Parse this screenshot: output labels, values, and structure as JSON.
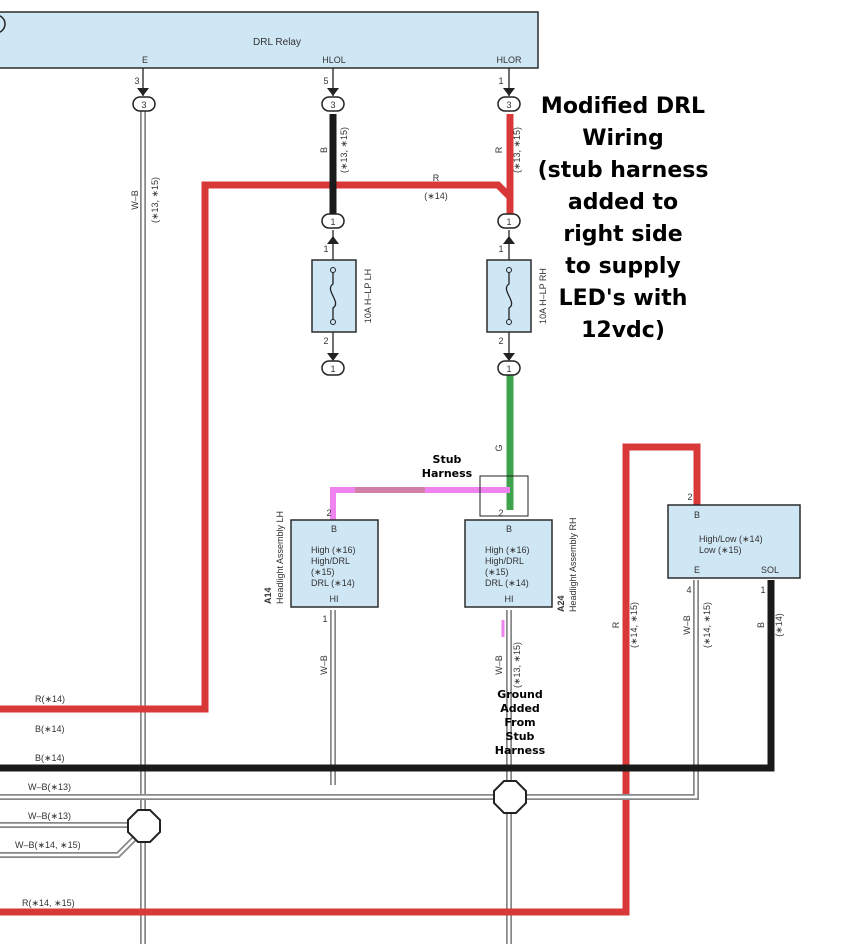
{
  "relay": {
    "title": "DRL Relay",
    "pin_e": "E",
    "pin_hlol": "HLOL",
    "pin_hlor": "HLOR",
    "num_e": "3",
    "num_hlol": "5",
    "num_hlor": "1"
  },
  "connectors": {
    "c3": "3",
    "c1": "1",
    "n1": "1",
    "n2": "2"
  },
  "fuses": {
    "lh": "10A H–LP LH",
    "rh": "10A H–LP RH"
  },
  "wires": {
    "b": "B",
    "r": "R",
    "g": "G",
    "wb": "W–B",
    "n13_15": "(∗13, ∗15)",
    "n14": "(∗14)",
    "n14_15": "(∗14, ∗15)"
  },
  "headlight_lh": {
    "pin_b": "B",
    "pin_b_num": "2",
    "lines": [
      "High (∗16)",
      "High/DRL",
      "(∗15)",
      "DRL (∗14)"
    ],
    "pin_hi": "HI",
    "pin_hi_num": "1",
    "code": "A14",
    "name": "Headlight Assembly LH"
  },
  "headlight_rh": {
    "pin_b": "B",
    "pin_b_num": "2",
    "lines": [
      "High (∗16)",
      "High/DRL",
      "(∗15)",
      "DRL (∗14)"
    ],
    "pin_hi": "HI",
    "code": "A24",
    "name": "Headlight Assembly RH"
  },
  "switch": {
    "pin_b": "B",
    "pin_b_num": "2",
    "lines": [
      "High/Low (∗14)",
      "Low (∗15)"
    ],
    "pin_e": "E",
    "pin_e_num": "4",
    "pin_sol": "SOL",
    "pin_sol_num": "1"
  },
  "bus_labels": [
    "R(∗14)",
    "B(∗14)",
    "B(∗14)",
    "W–B(∗13)",
    "W–B(∗13)",
    "W–B(∗14, ∗15)",
    "R(∗14, ∗15)"
  ],
  "annotations": {
    "modified": [
      "Modified DRL",
      "Wiring",
      "(stub harness",
      "added to",
      "right side",
      "to supply",
      "LED's with",
      "12vdc)"
    ],
    "stub": [
      "Stub",
      "Harness"
    ],
    "ground": [
      "Ground",
      "Added",
      "From",
      "Stub",
      "Harness"
    ]
  }
}
